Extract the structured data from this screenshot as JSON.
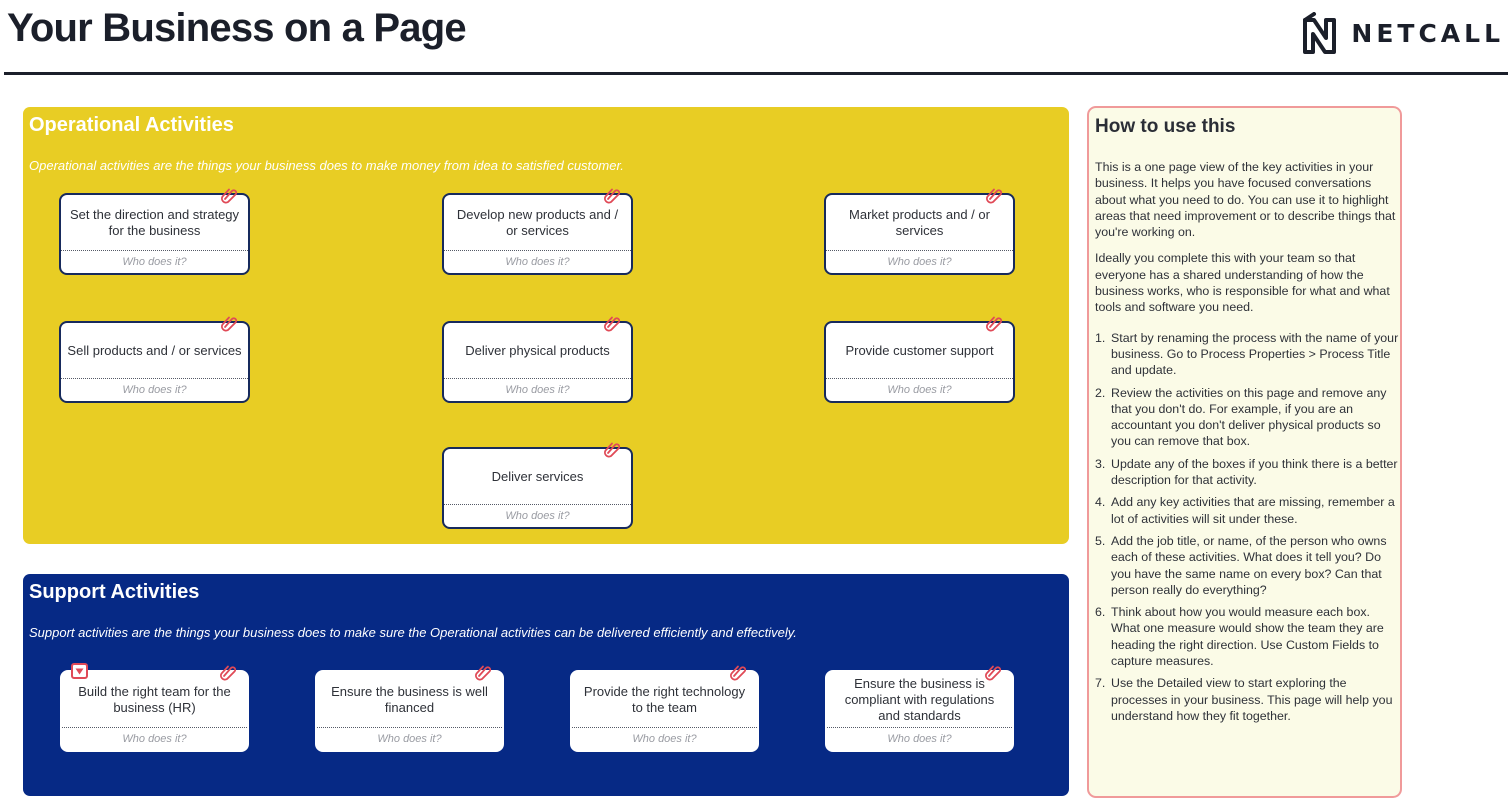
{
  "header": {
    "title": "Your Business on a Page",
    "brand": "NETCALL"
  },
  "operational": {
    "title": "Operational Activities",
    "description": "Operational activities are the things your business does to make money from idea to satisfied customer.",
    "cards": [
      {
        "label": "Set the direction and strategy for the business",
        "who": "Who does it?"
      },
      {
        "label": "Develop new products and / or services",
        "who": "Who does it?"
      },
      {
        "label": "Market products and / or services",
        "who": "Who does it?"
      },
      {
        "label": "Sell products and / or services",
        "who": "Who does it?"
      },
      {
        "label": "Deliver physical products",
        "who": "Who does it?"
      },
      {
        "label": "Provide customer support",
        "who": "Who does it?"
      },
      {
        "label": "Deliver services",
        "who": "Who does it?"
      }
    ]
  },
  "support": {
    "title": "Support Activities",
    "description": "Support activities are the things your business does to make sure the Operational activities can be delivered efficiently and effectively.",
    "cards": [
      {
        "label": "Build the right team for the business (HR)",
        "who": "Who does it?"
      },
      {
        "label": "Ensure the business is well financed",
        "who": "Who does it?"
      },
      {
        "label": "Provide the right technology to the team",
        "who": "Who does it?"
      },
      {
        "label": "Ensure the business is compliant with regulations and standards",
        "who": "Who does it?"
      }
    ]
  },
  "howto": {
    "title": "How to use this",
    "paragraphs": [
      "This is a one page view of the key activities in your business. It helps you have focused conversations about what you need to do. You can use it to highlight areas that need improvement or to describe things that you're working on.",
      "Ideally you complete this with your team so that everyone has a shared understanding of how the business works, who is responsible for what and what tools and software you need."
    ],
    "steps": [
      {
        "num": "1.",
        "text": "Start by renaming the process with the name of your business. Go to Process Properties > Process Title and update."
      },
      {
        "num": "2.",
        "text": "Review the activities on this page and remove any that you don't do. For example, if you are an accountant you don't deliver physical products so you can remove that box."
      },
      {
        "num": "3.",
        "text": "Update any of the boxes if you think there is a better description for that activity."
      },
      {
        "num": "4.",
        "text": "Add any key activities that are missing, remember a lot of activities will sit under these."
      },
      {
        "num": "5.",
        "text": "Add the job title, or name, of the person who owns each of these activities. What does it tell you? Do you have the same name on every box? Can that person really do everything?"
      },
      {
        "num": "6.",
        "text": "Think about how you would measure each box. What one measure would show the team they are heading the right direction. Use Custom Fields to capture measures."
      },
      {
        "num": "7.",
        "text": "Use the Detailed view to start exploring the processes in your business. This page will help you understand how they fit together."
      }
    ]
  },
  "colors": {
    "operational_bg": "#e8cd24",
    "support_bg": "#062985",
    "card_border": "#172a5c",
    "howto_bg": "#fbfbe7",
    "howto_border": "#f09a9a",
    "attachment_icon": "#e04a57"
  },
  "icons": {
    "brand_logo": "netcall-logo-icon",
    "card_attachment": "paperclip-icon",
    "card_flag": "dropdown-flag-icon"
  }
}
